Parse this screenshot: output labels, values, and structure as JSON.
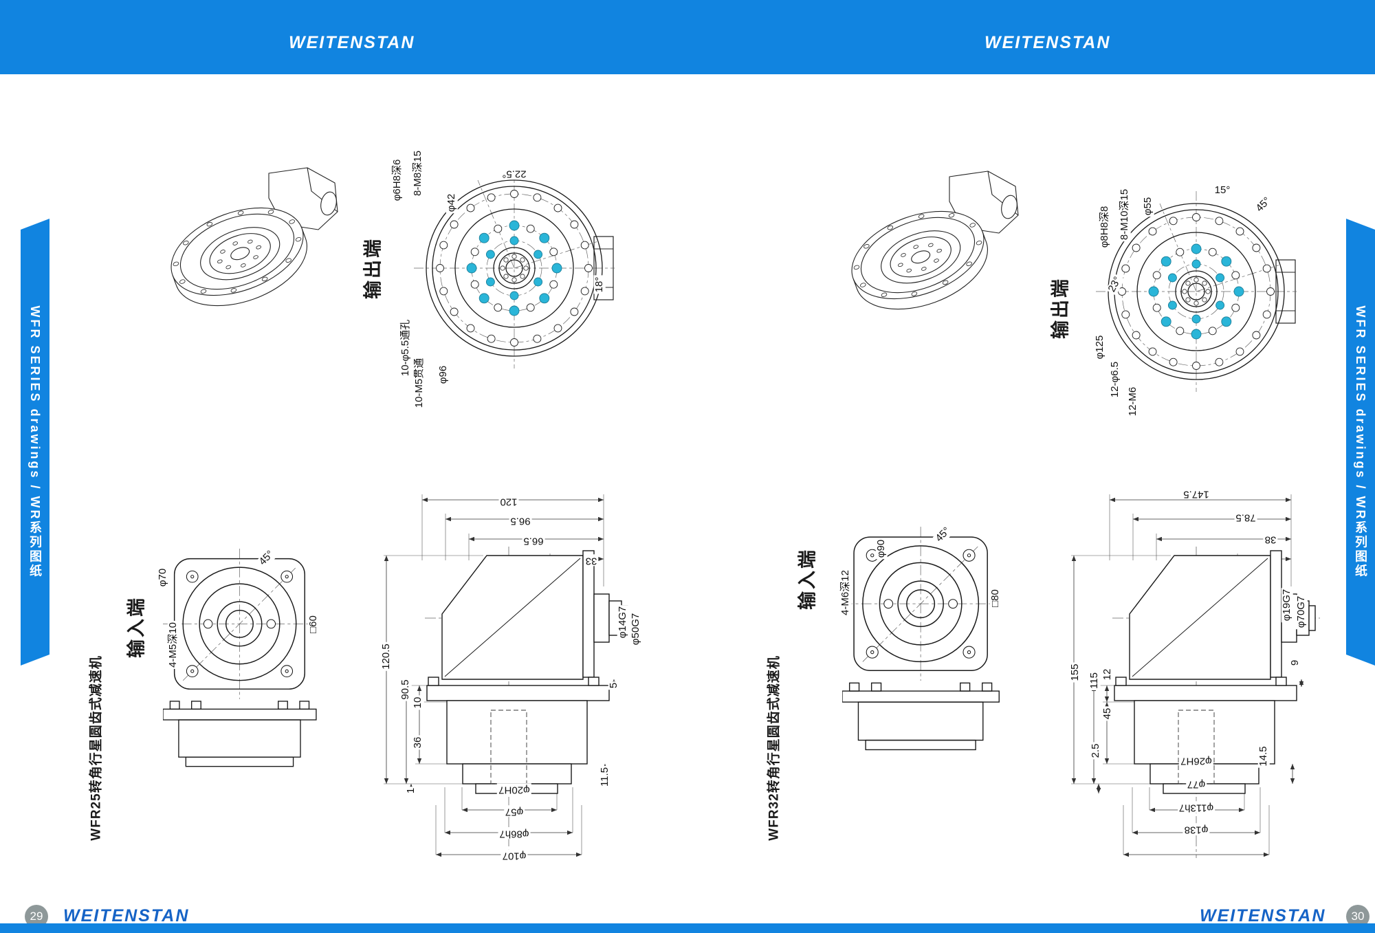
{
  "brand": "WEITENSTAN",
  "ribbon_text": "WFR SERIES drawings / WR系列图纸",
  "colors": {
    "banner_blue": "#1184e0",
    "footer_logo_blue": "#1563c6",
    "hole_cyan": "#2ab5d8",
    "pagenum_gray": "#8e9899"
  },
  "page_left": {
    "page_number": "29",
    "model_label": "WFR25转角行星圆齿式减速机",
    "output_view": {
      "title": "输出端",
      "d1": "φ6H8深6",
      "d2": "8-M8深15",
      "d3": "φ42",
      "d4": "22.5°",
      "d5": "18°",
      "d6": "10-φ5.5通孔",
      "d7": "10-M5贯通",
      "d8": "φ96"
    },
    "input_view": {
      "title": "输入端",
      "d1": "φ70",
      "d2": "45°",
      "d3": "4-M5深10",
      "d4": "□60"
    },
    "section_view": {
      "top": [
        "120",
        "96.5",
        "66.5",
        "33"
      ],
      "left": [
        "120.5",
        "90.5",
        "10",
        "36",
        "1"
      ],
      "bottom": [
        "φ20H7",
        "φ57",
        "φ86h7",
        "φ107"
      ],
      "right": [
        "5",
        "11.5"
      ],
      "coupling": [
        "φ14G7",
        "φ50G7"
      ]
    }
  },
  "page_right": {
    "page_number": "30",
    "model_label": "WFR32转角行星圆齿式减速机",
    "output_view": {
      "title": "输出端",
      "d1": "φ8H8深8",
      "d2": "8-M10深15",
      "d3": "φ55",
      "d4": "15°",
      "d5": "45°",
      "d6": "23°",
      "d7": "φ125",
      "d8": "12-φ6.5",
      "d9": "12-M6"
    },
    "input_view": {
      "title": "输入端",
      "d1": "φ90",
      "d2": "45°",
      "d3": "4-M6深12",
      "d4": "□80"
    },
    "section_view": {
      "top": [
        "147.5",
        "78.5",
        "38"
      ],
      "left": [
        "155",
        "115",
        "12",
        "45",
        "2.5"
      ],
      "bottom": [
        "φ26H7",
        "φ77",
        "φ113h7",
        "φ138"
      ],
      "right": [
        "9",
        "14.5"
      ],
      "coupling": [
        "φ19G7",
        "φ70G7"
      ]
    }
  }
}
